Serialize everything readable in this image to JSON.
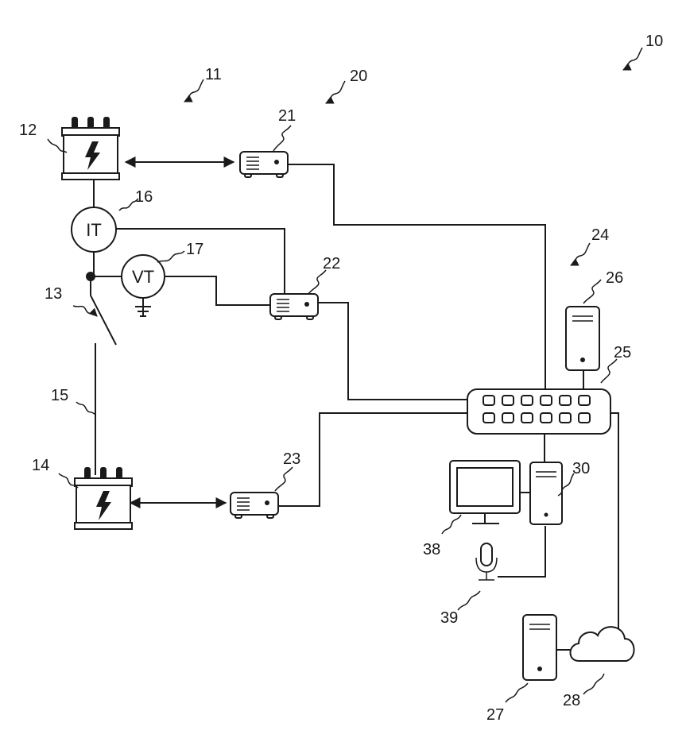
{
  "labels": {
    "system": "10",
    "substation": "11",
    "transformer_top": "12",
    "switch": "13",
    "transformer_bottom": "14",
    "line": "15",
    "current_transformer": "16",
    "voltage_transformer": "17",
    "ied_group": "20",
    "ied_1": "21",
    "ied_2": "22",
    "ied_3": "23",
    "control_center": "24",
    "network_switch": "25",
    "server_local": "26",
    "server_remote": "27",
    "cloud": "28",
    "workstation": "30",
    "monitor": "38",
    "microphone": "39"
  },
  "symbols": {
    "current_transformer": "IT",
    "voltage_transformer": "VT"
  },
  "icons": {
    "transformer": "lightning-transformer-icon",
    "ied": "relay-device-icon",
    "server": "server-tower-icon",
    "cloud": "cloud-icon",
    "monitor": "monitor-icon",
    "microphone": "microphone-icon",
    "ground": "ground-icon"
  }
}
